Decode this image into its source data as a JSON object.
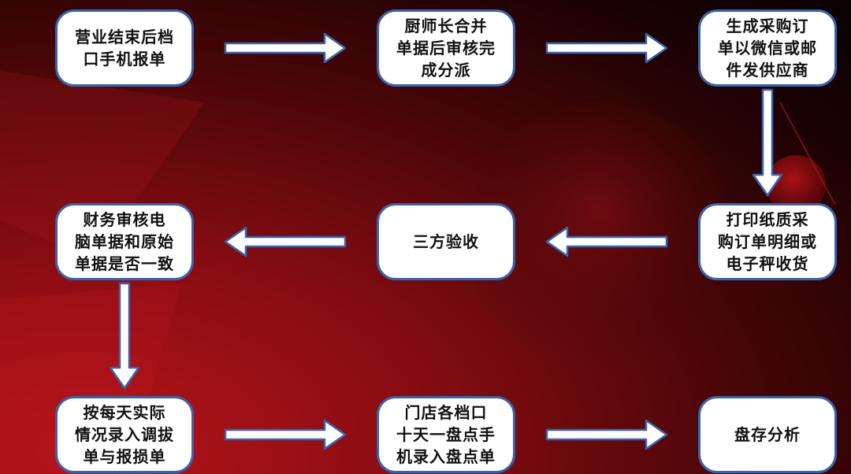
{
  "diagram": {
    "nodes": [
      {
        "id": "n1",
        "lines": [
          "营业结束后档",
          "口手机报单"
        ]
      },
      {
        "id": "n2",
        "lines": [
          "厨师长合并",
          "单据后审核完",
          "成分派"
        ]
      },
      {
        "id": "n3",
        "lines": [
          "生成采购订",
          "单以微信或邮",
          "件发供应商"
        ]
      },
      {
        "id": "n4",
        "lines": [
          "打印纸质采",
          "购订单明细或",
          "电子秤收货"
        ]
      },
      {
        "id": "n5",
        "lines": [
          "三方验收"
        ]
      },
      {
        "id": "n6",
        "lines": [
          "财务审核电",
          "脑单据和原始",
          "单据是否一致"
        ]
      },
      {
        "id": "n7",
        "lines": [
          "按每天实际",
          "情况录入调拔",
          "单与报损单"
        ]
      },
      {
        "id": "n8",
        "lines": [
          "门店各档口",
          "十天一盘点手",
          "机录入盘点单"
        ]
      },
      {
        "id": "n9",
        "lines": [
          "盘存分析"
        ]
      }
    ],
    "edges": [
      {
        "from": "n1",
        "to": "n2"
      },
      {
        "from": "n2",
        "to": "n3"
      },
      {
        "from": "n3",
        "to": "n4"
      },
      {
        "from": "n4",
        "to": "n5"
      },
      {
        "from": "n5",
        "to": "n6"
      },
      {
        "from": "n6",
        "to": "n7"
      },
      {
        "from": "n7",
        "to": "n8"
      },
      {
        "from": "n8",
        "to": "n9"
      }
    ],
    "colors": {
      "node_fill": "#ffffff",
      "node_border": "#3a63ad",
      "arrow_fill": "#ffffff",
      "arrow_border": "#3a63ad",
      "text": "#111111"
    }
  }
}
